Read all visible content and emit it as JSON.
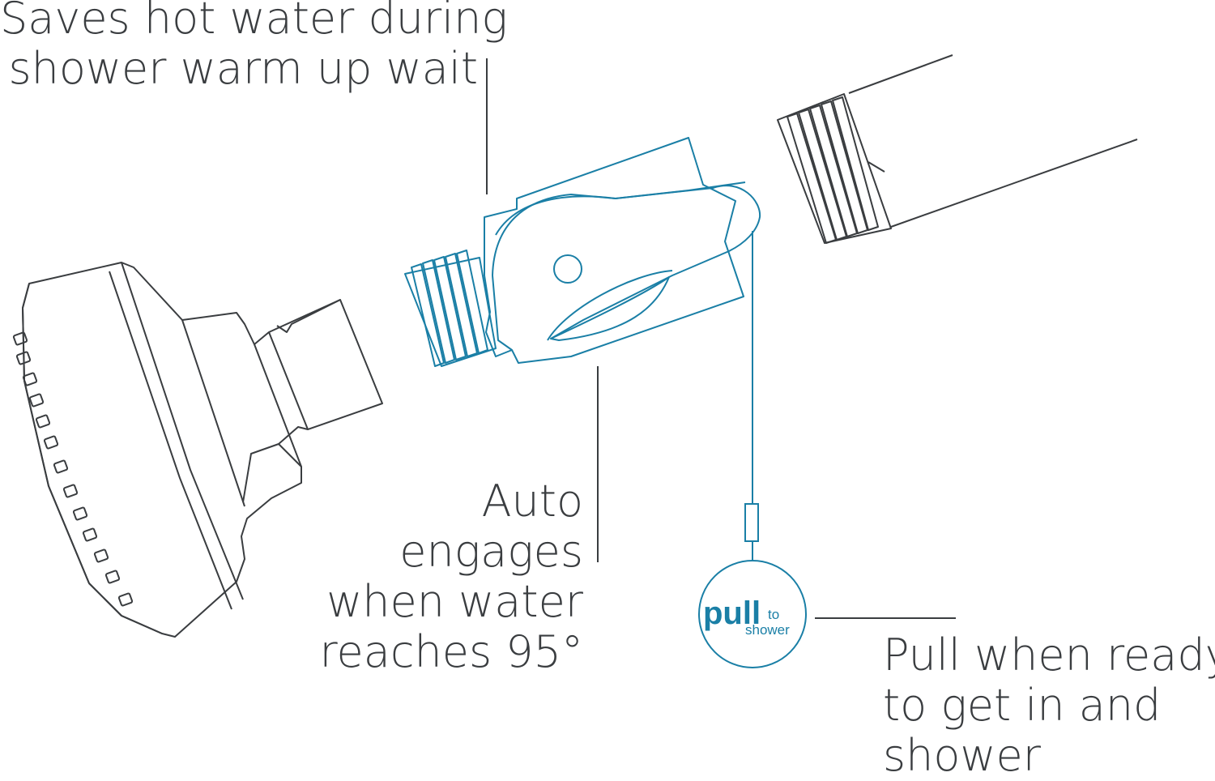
{
  "callouts": {
    "saves": {
      "line1": "Saves hot water during",
      "line2": "shower warm up wait"
    },
    "auto": {
      "line1": "Auto",
      "line2": "engages",
      "line3": "when water",
      "line4": "reaches 95°"
    },
    "pull": {
      "line1": "Pull when ready",
      "line2": "to get in and",
      "line3": "shower"
    }
  },
  "pull_tag": {
    "big": "pull",
    "small1": "to",
    "small2": "shower"
  },
  "colors": {
    "outline": "#3a3d40",
    "accent": "#1a7fa6"
  },
  "icons": [
    "shower-head-icon",
    "shutoff-valve-icon",
    "shower-arm-pipe-icon",
    "pull-tag-icon"
  ]
}
